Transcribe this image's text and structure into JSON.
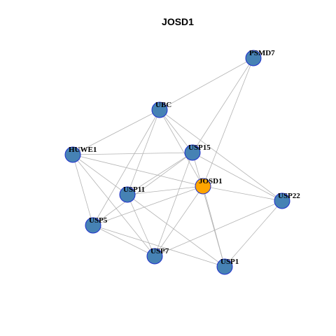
{
  "title": "JOSD1",
  "colors": {
    "node_default": "#4682b4",
    "node_focus": "#ffa500",
    "node_border": "#1f2fcc",
    "edge": "#b3b3b3"
  },
  "nodes": [
    {
      "id": "PSMD7",
      "label": "PSMD7",
      "focus": false
    },
    {
      "id": "UBC",
      "label": "UBC",
      "focus": false
    },
    {
      "id": "HUWE1",
      "label": "HUWE1",
      "focus": false
    },
    {
      "id": "USP15",
      "label": "USP15",
      "focus": false
    },
    {
      "id": "JOSD1",
      "label": "JOSD1",
      "focus": true
    },
    {
      "id": "USP11",
      "label": "USP11",
      "focus": false
    },
    {
      "id": "USP22",
      "label": "USP22",
      "focus": false
    },
    {
      "id": "USP5",
      "label": "USP5",
      "focus": false
    },
    {
      "id": "USP7",
      "label": "USP7",
      "focus": false
    },
    {
      "id": "USP1",
      "label": "USP1",
      "focus": false
    }
  ],
  "edges": [
    [
      "PSMD7",
      "UBC"
    ],
    [
      "PSMD7",
      "USP15"
    ],
    [
      "PSMD7",
      "JOSD1"
    ],
    [
      "UBC",
      "HUWE1"
    ],
    [
      "UBC",
      "USP15"
    ],
    [
      "UBC",
      "USP11"
    ],
    [
      "UBC",
      "USP5"
    ],
    [
      "UBC",
      "JOSD1"
    ],
    [
      "UBC",
      "USP22"
    ],
    [
      "HUWE1",
      "USP15"
    ],
    [
      "HUWE1",
      "JOSD1"
    ],
    [
      "HUWE1",
      "USP5"
    ],
    [
      "HUWE1",
      "USP7"
    ],
    [
      "HUWE1",
      "USP11"
    ],
    [
      "USP15",
      "USP11"
    ],
    [
      "USP15",
      "USP5"
    ],
    [
      "USP15",
      "USP7"
    ],
    [
      "USP15",
      "USP1"
    ],
    [
      "USP15",
      "USP22"
    ],
    [
      "JOSD1",
      "USP11"
    ],
    [
      "JOSD1",
      "USP5"
    ],
    [
      "JOSD1",
      "USP7"
    ],
    [
      "JOSD1",
      "USP1"
    ],
    [
      "JOSD1",
      "USP22"
    ],
    [
      "USP11",
      "USP7"
    ],
    [
      "USP11",
      "USP1"
    ],
    [
      "USP22",
      "USP7"
    ],
    [
      "USP22",
      "USP1"
    ],
    [
      "USP5",
      "USP7"
    ],
    [
      "USP5",
      "USP1"
    ]
  ]
}
